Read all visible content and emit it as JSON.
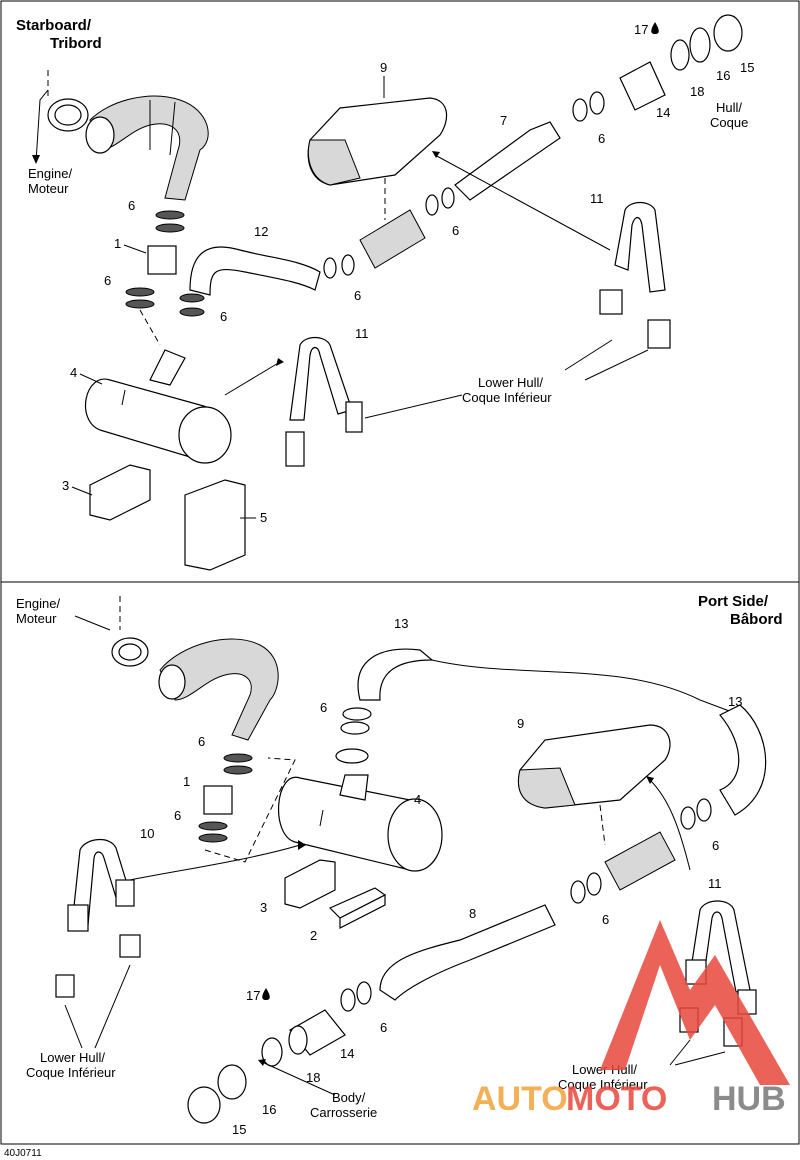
{
  "top_panel": {
    "title_line1": "Starboard/",
    "title_line2": "Tribord",
    "engine_line1": "Engine/",
    "engine_line2": "Moteur",
    "hull_line1": "Hull/",
    "hull_line2": "Coque",
    "lower_hull_line1": "Lower Hull/",
    "lower_hull_line2": "Coque Inférieur",
    "callouts": {
      "c1": "1",
      "c3": "3",
      "c4": "4",
      "c5": "5",
      "c6a": "6",
      "c6b": "6",
      "c6c": "6",
      "c6d": "6",
      "c6e": "6",
      "c6f": "6",
      "c7": "7",
      "c9": "9",
      "c11a": "11",
      "c11b": "11",
      "c12": "12",
      "c14": "14",
      "c15": "15",
      "c16": "16",
      "c17": "17",
      "c18": "18"
    }
  },
  "bottom_panel": {
    "title_line1": "Port Side/",
    "title_line2": "Bâbord",
    "engine_line1": "Engine/",
    "engine_line2": "Moteur",
    "body_line1": "Body/",
    "body_line2": "Carrosserie",
    "lower_hull_left_line1": "Lower Hull/",
    "lower_hull_left_line2": "Coque Inférieur",
    "lower_hull_right_line1": "Lower Hull/",
    "lower_hull_right_line2": "Coque Inférieur",
    "callouts": {
      "c1": "1",
      "c2": "2",
      "c3": "3",
      "c4": "4",
      "c6a": "6",
      "c6b": "6",
      "c6c": "6",
      "c6d": "6",
      "c6e": "6",
      "c6f": "6",
      "c8": "8",
      "c9": "9",
      "c10": "10",
      "c11": "11",
      "c13a": "13",
      "c13b": "13",
      "c14": "14",
      "c15": "15",
      "c16": "16",
      "c17": "17",
      "c18": "18"
    }
  },
  "footer_code": "40J0711",
  "watermark": {
    "text_auto": "AUTO",
    "text_moto": "MOTO",
    "text_hub": "HUB",
    "color_red": "#e8473b",
    "color_orange": "#f2a33a",
    "color_gray": "#777777"
  }
}
